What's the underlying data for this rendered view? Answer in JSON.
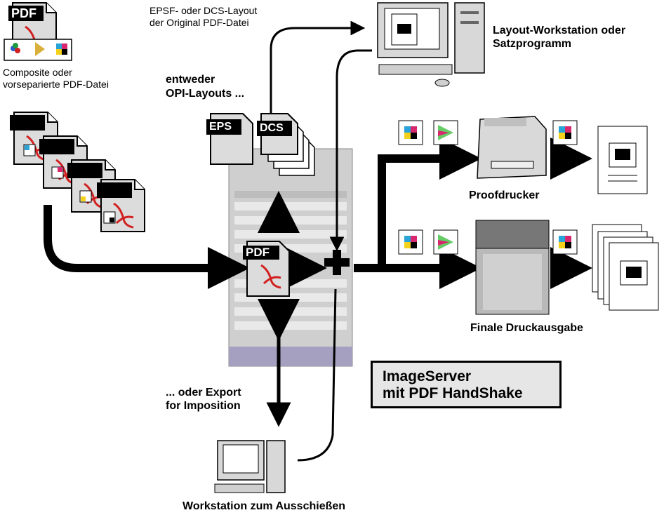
{
  "labels": {
    "epsf_line1": "EPSF- oder DCS-Layout",
    "epsf_line2": "der Original PDF-Datei",
    "layout_ws_line1": "Layout-Workstation oder",
    "layout_ws_line2": "Satzprogramm",
    "composite_line1": "Composite oder",
    "composite_line2": "vorseparierte PDF-Datei",
    "opi_line1": "entweder",
    "opi_line2": "OPI-Layouts ...",
    "proof": "Proofdrucker",
    "final": "Finale Druckausgabe",
    "export_line1": "... oder Export",
    "export_line2": "for Imposition",
    "imageserver_line1": "ImageServer",
    "imageserver_line2": "mit PDF HandShake",
    "workstation_bottom": "Workstation zum Ausschießen"
  },
  "icons": {
    "pdf": "PDF",
    "eps": "EPS",
    "dcs": "DCS"
  },
  "colors": {
    "arrow": "#000000",
    "server": "#cfcfcf",
    "server_base": "#a59fc0",
    "pdf_red": "#d22020",
    "box_fill": "#e6e6e6"
  }
}
